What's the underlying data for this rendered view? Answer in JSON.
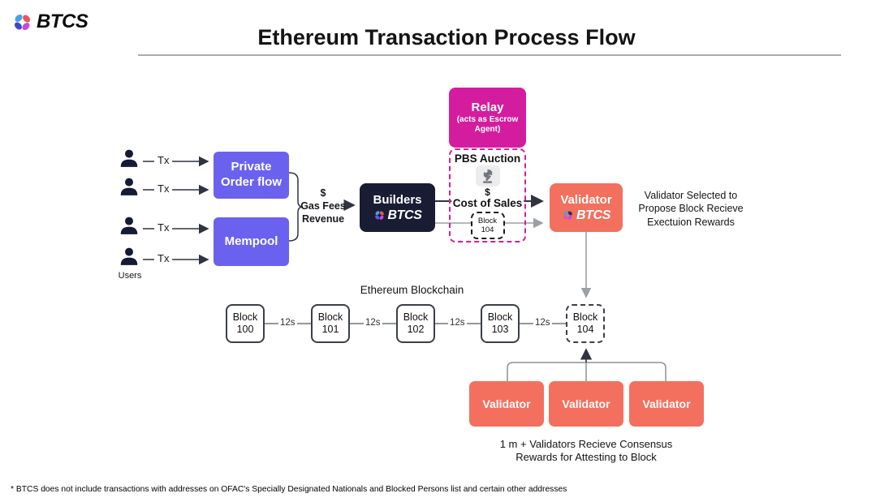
{
  "brand": {
    "wordmark": "BTCS"
  },
  "title": "Ethereum Transaction Process Flow",
  "users": {
    "label": "Users",
    "tx": "Tx"
  },
  "flow": {
    "private_order_flow": "Private Order flow",
    "mempool": "Mempool",
    "gas_fees": {
      "dollar": "$",
      "line1": "Gas Fees",
      "line2": "Revenue"
    },
    "builders": "Builders",
    "relay": {
      "title": "Relay",
      "subtitle": "(acts as Escrow Agent)"
    },
    "pbs": {
      "title": "PBS Auction",
      "dollar": "$",
      "cost_label": "Cost of Sales",
      "block_line1": "Block",
      "block_line2": "104"
    },
    "validator": "Validator",
    "validator_note": {
      "line1": "Validator Selected to",
      "line2": "Propose Block Recieve",
      "line3": "Exectuion Rewards"
    }
  },
  "blockchain": {
    "label": "Ethereum Blockchain",
    "interval": "12s",
    "blocks": [
      {
        "line1": "Block",
        "line2": "100"
      },
      {
        "line1": "Block",
        "line2": "101"
      },
      {
        "line1": "Block",
        "line2": "102"
      },
      {
        "line1": "Block",
        "line2": "103"
      },
      {
        "line1": "Block",
        "line2": "104"
      }
    ]
  },
  "consensus": {
    "validators": [
      "Validator",
      "Validator",
      "Validator"
    ],
    "caption_line1": "1 m + Validators Recieve Consensus",
    "caption_line2": "Rewards for Attesting to Block"
  },
  "footnote": "* BTCS does not include transactions with addresses on OFAC's Specially Designated Nationals and Blocked Persons list and certain other addresses",
  "colors": {
    "purple": "#6a62ee",
    "navy": "#1a1c33",
    "magenta": "#d41d9e",
    "coral": "#f3705e",
    "line_dark": "#2f3440",
    "line_gray": "#9aa0a6"
  }
}
